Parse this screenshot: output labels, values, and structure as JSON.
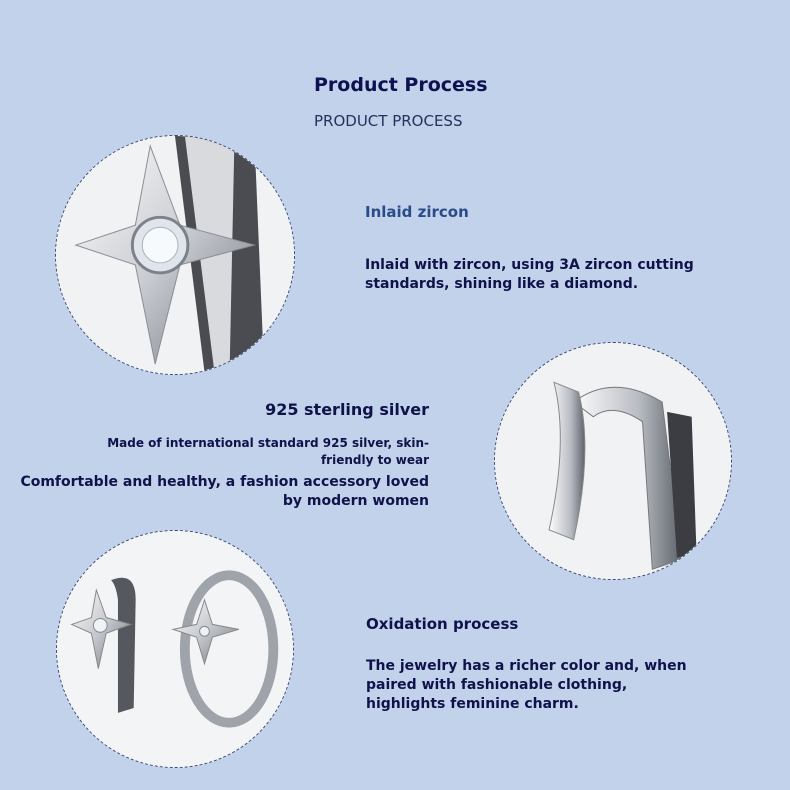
{
  "header": {
    "title": "Product Process",
    "subtitle": "PRODUCT PROCESS"
  },
  "sections": [
    {
      "heading": "Inlaid zircon",
      "lines": [
        "Inlaid with zircon, using 3A zircon cutting",
        "standards, shining like a diamond."
      ]
    },
    {
      "heading": "925 sterling silver",
      "small_lines": [
        "Made of international standard 925 silver, skin-",
        "friendly to wear"
      ],
      "lines": [
        "Comfortable and healthy, a fashion accessory loved",
        "by modern women"
      ]
    },
    {
      "heading": "Oxidation process",
      "lines": [
        "The jewelry has a richer color and, when",
        "paired with fashionable clothing,",
        "highlights feminine charm."
      ]
    }
  ],
  "colors": {
    "background": "#c1d2ea",
    "heading_accent": "#2b4a8a",
    "text": "#10124a"
  }
}
